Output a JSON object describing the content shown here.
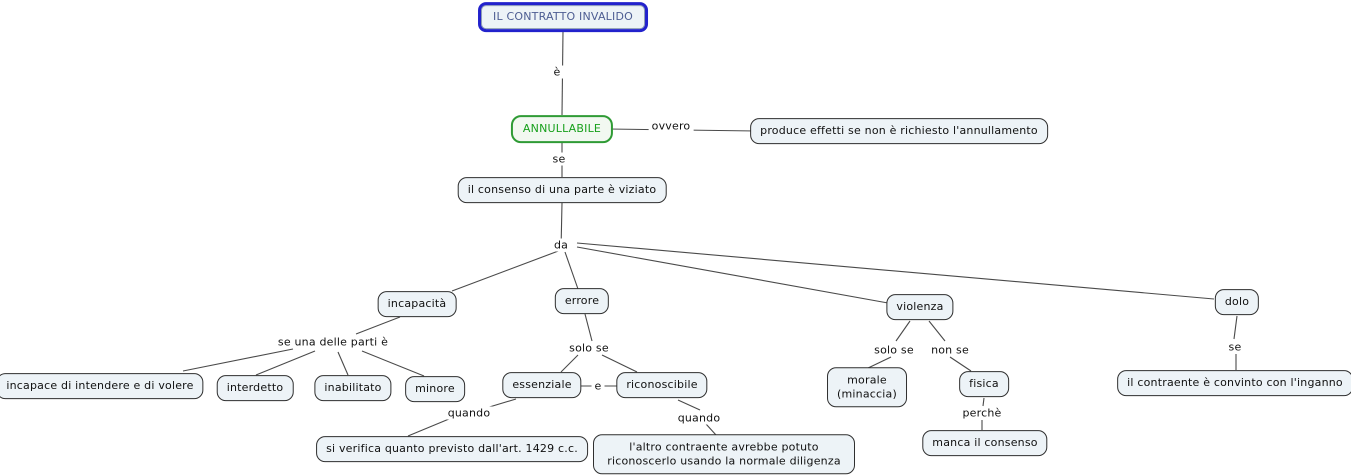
{
  "diagram": {
    "kind": "concept-map",
    "language": "it",
    "topic": "IL CONTRATTO INVALIDO"
  },
  "palette": {
    "root_border": "#2222cc",
    "root_text": "#4d5d92",
    "highlight_border": "#2f9b35",
    "highlight_text": "#18a01c",
    "node_background": "#edf3f7",
    "node_border": "#2f2f2f",
    "line_color": "#4a4a4a",
    "background": "#ffffff"
  },
  "nodes": {
    "title": "IL CONTRATTO INVALIDO",
    "annullabile": "ANNULLABILE",
    "produce_effetti": "produce effetti se non è richiesto l'annullamento",
    "consenso_viziato": "il consenso di una parte è viziato",
    "incapacita": "incapacità",
    "errore": "errore",
    "violenza": "violenza",
    "dolo": "dolo",
    "incapace": "incapace di intendere e di volere",
    "interdetto": "interdetto",
    "inabilitato": "inabilitato",
    "minore": "minore",
    "essenziale": "essenziale",
    "riconoscibile": "riconoscibile",
    "verifica_1429": "si verifica quanto previsto dall'art. 1429 c.c.",
    "altro_contraente": "l'altro contraente avrebbe potuto riconoscerlo usando la normale diligenza",
    "morale": "morale\n(minaccia)",
    "fisica": "fisica",
    "manca_consenso": "manca il consenso",
    "convinto_inganno": "il contraente è convinto con l'inganno"
  },
  "labels": {
    "e_verb": "è",
    "ovvero": "ovvero",
    "se_1": "se",
    "da": "da",
    "se_una_delle_parti": "se una delle parti è",
    "solo_se_errore": "solo se",
    "e_conj": "e",
    "quando_1": "quando",
    "quando_2": "quando",
    "solo_se_violenza": "solo se",
    "non_se": "non se",
    "perche": "perchè",
    "se_dolo": "se"
  }
}
